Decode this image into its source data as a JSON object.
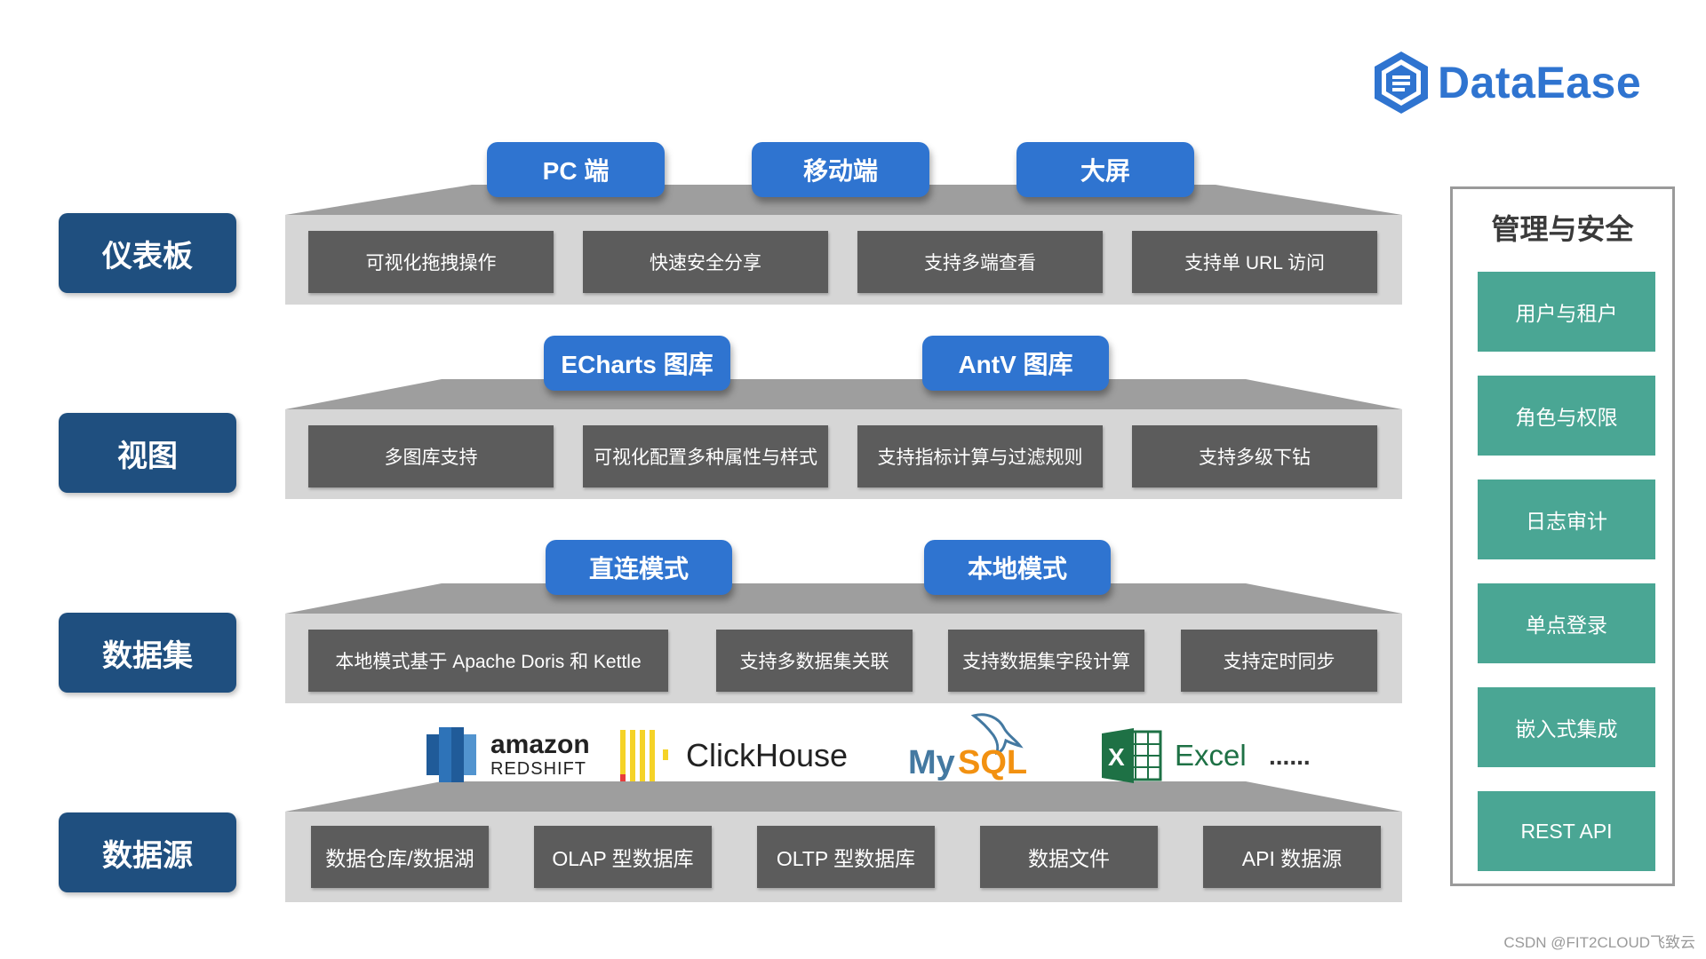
{
  "brand": {
    "name": "DataEase",
    "color": "#2f74d0"
  },
  "layers": [
    {
      "label": "仪表板",
      "pills": [
        "PC 端",
        "移动端",
        "大屏"
      ],
      "features": [
        "可视化拖拽操作",
        "快速安全分享",
        "支持多端查看",
        "支持单 URL 访问"
      ]
    },
    {
      "label": "视图",
      "pills": [
        "ECharts 图库",
        "AntV 图库"
      ],
      "features": [
        "多图库支持",
        "可视化配置多种属性与样式",
        "支持指标计算与过滤规则",
        "支持多级下钻"
      ]
    },
    {
      "label": "数据集",
      "pills": [
        "直连模式",
        "本地模式"
      ],
      "features": [
        "本地模式基于 Apache Doris 和 Kettle",
        "支持多数据集关联",
        "支持数据集字段计算",
        "支持定时同步"
      ]
    },
    {
      "label": "数据源",
      "pills": [],
      "features": [
        "数据仓库/数据湖",
        "OLAP 型数据库",
        "OLTP 型数据库",
        "数据文件",
        "API 数据源"
      ]
    }
  ],
  "datasources": {
    "amazon": {
      "line1": "amazon",
      "line2": "REDSHIFT"
    },
    "clickhouse": "ClickHouse",
    "mysql": {
      "part1": "My",
      "part2": "SQL"
    },
    "excel": "Excel",
    "more": "......"
  },
  "management": {
    "title": "管理与安全",
    "items": [
      "用户与租户",
      "角色与权限",
      "日志审计",
      "单点登录",
      "嵌入式集成",
      "REST API"
    ]
  },
  "watermark": "CSDN @FIT2CLOUD飞致云",
  "colors": {
    "layer_label": "#1f4f7f",
    "pill": "#2f74d0",
    "feature": "#5c5c5c",
    "platform": "#d6d6d6",
    "management_item": "#4aa694"
  }
}
